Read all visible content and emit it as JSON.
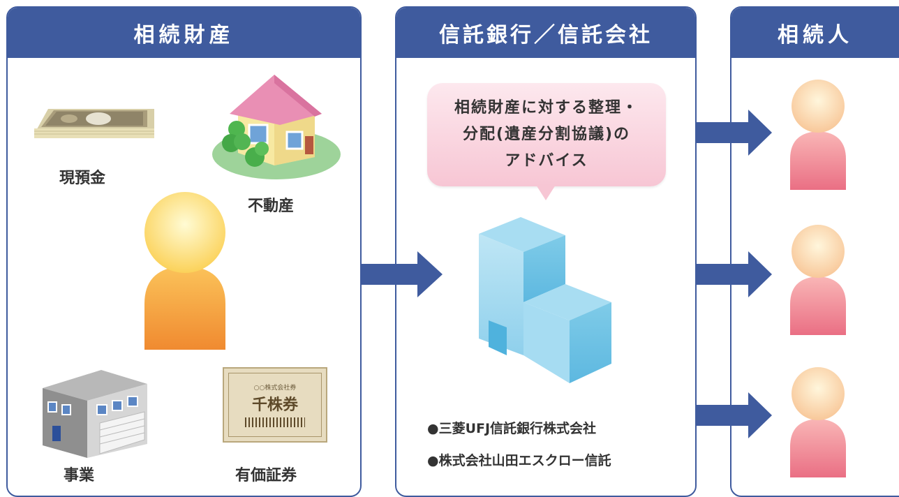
{
  "panels": {
    "estate": {
      "title": "相続財産",
      "items": {
        "cash": "現預金",
        "real_estate": "不動産",
        "business": "事業",
        "securities": "有価証券"
      },
      "certificate": {
        "top": "○○株式会社券",
        "main": "千株券"
      }
    },
    "trust": {
      "title": "信託銀行／信託会社",
      "advice_lines": [
        "相続財産に対する整理・",
        "分配(遺産分割協議)の",
        "アドバイス"
      ],
      "companies": [
        "●三菱UFJ信託銀行株式会社",
        "●株式会社山田エスクロー信託"
      ]
    },
    "heirs": {
      "title": "相続人"
    }
  },
  "colors": {
    "panel_blue": "#3f5b9e",
    "deceased_person": "#f0a040",
    "heir_person": "#f08a96",
    "bank_building": "#7fcbe8",
    "speech_bubble": "#f7c6d4"
  }
}
